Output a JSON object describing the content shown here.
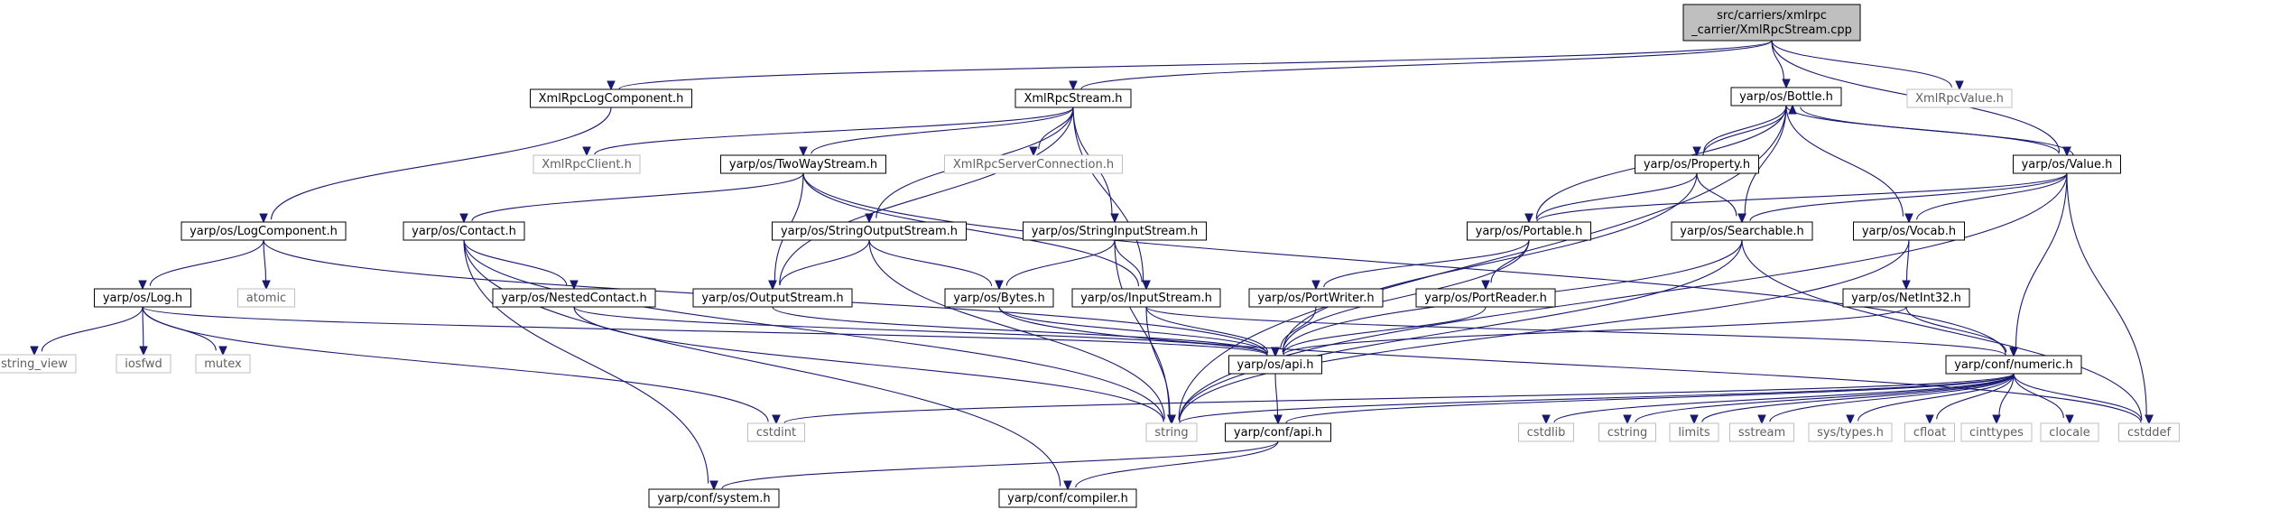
{
  "graph": {
    "nodes": [
      {
        "id": "root",
        "lines": [
          "src/carriers/xmlrpc",
          "_carrier/XmlRpcStream.cpp"
        ],
        "kind": "root",
        "clickable": false
      },
      {
        "id": "XmlRpcLogComponent",
        "lines": [
          "XmlRpcLogComponent.h"
        ],
        "kind": "file",
        "clickable": true
      },
      {
        "id": "XmlRpcStream",
        "lines": [
          "XmlRpcStream.h"
        ],
        "kind": "file",
        "clickable": true
      },
      {
        "id": "Bottle",
        "lines": [
          "yarp/os/Bottle.h"
        ],
        "kind": "file",
        "clickable": true
      },
      {
        "id": "XmlRpcValue",
        "lines": [
          "XmlRpcValue.h"
        ],
        "kind": "ext",
        "clickable": false
      },
      {
        "id": "XmlRpcClient",
        "lines": [
          "XmlRpcClient.h"
        ],
        "kind": "ext",
        "clickable": false
      },
      {
        "id": "TwoWayStream",
        "lines": [
          "yarp/os/TwoWayStream.h"
        ],
        "kind": "file",
        "clickable": true
      },
      {
        "id": "XmlRpcServerConnection",
        "lines": [
          "XmlRpcServerConnection.h"
        ],
        "kind": "ext",
        "clickable": false
      },
      {
        "id": "Property",
        "lines": [
          "yarp/os/Property.h"
        ],
        "kind": "file",
        "clickable": true
      },
      {
        "id": "Value",
        "lines": [
          "yarp/os/Value.h"
        ],
        "kind": "file",
        "clickable": true
      },
      {
        "id": "LogComponent",
        "lines": [
          "yarp/os/LogComponent.h"
        ],
        "kind": "file",
        "clickable": true
      },
      {
        "id": "Contact",
        "lines": [
          "yarp/os/Contact.h"
        ],
        "kind": "file",
        "clickable": true
      },
      {
        "id": "StringOutputStream",
        "lines": [
          "yarp/os/StringOutputStream.h"
        ],
        "kind": "file",
        "clickable": true
      },
      {
        "id": "StringInputStream",
        "lines": [
          "yarp/os/StringInputStream.h"
        ],
        "kind": "file",
        "clickable": true
      },
      {
        "id": "Portable",
        "lines": [
          "yarp/os/Portable.h"
        ],
        "kind": "file",
        "clickable": true
      },
      {
        "id": "Searchable",
        "lines": [
          "yarp/os/Searchable.h"
        ],
        "kind": "file",
        "clickable": true
      },
      {
        "id": "Vocab",
        "lines": [
          "yarp/os/Vocab.h"
        ],
        "kind": "file",
        "clickable": true
      },
      {
        "id": "Log",
        "lines": [
          "yarp/os/Log.h"
        ],
        "kind": "file",
        "clickable": true
      },
      {
        "id": "atomic",
        "lines": [
          "atomic"
        ],
        "kind": "ext",
        "clickable": false
      },
      {
        "id": "NestedContact",
        "lines": [
          "yarp/os/NestedContact.h"
        ],
        "kind": "file",
        "clickable": true
      },
      {
        "id": "OutputStream",
        "lines": [
          "yarp/os/OutputStream.h"
        ],
        "kind": "file",
        "clickable": true
      },
      {
        "id": "Bytes",
        "lines": [
          "yarp/os/Bytes.h"
        ],
        "kind": "file",
        "clickable": true
      },
      {
        "id": "InputStream",
        "lines": [
          "yarp/os/InputStream.h"
        ],
        "kind": "file",
        "clickable": true
      },
      {
        "id": "PortWriter",
        "lines": [
          "yarp/os/PortWriter.h"
        ],
        "kind": "file",
        "clickable": true
      },
      {
        "id": "PortReader",
        "lines": [
          "yarp/os/PortReader.h"
        ],
        "kind": "file",
        "clickable": true
      },
      {
        "id": "NetInt32",
        "lines": [
          "yarp/os/NetInt32.h"
        ],
        "kind": "file",
        "clickable": true
      },
      {
        "id": "string_view",
        "lines": [
          "string_view"
        ],
        "kind": "ext",
        "clickable": false
      },
      {
        "id": "iosfwd",
        "lines": [
          "iosfwd"
        ],
        "kind": "ext",
        "clickable": false
      },
      {
        "id": "mutex",
        "lines": [
          "mutex"
        ],
        "kind": "ext",
        "clickable": false
      },
      {
        "id": "osapi",
        "lines": [
          "yarp/os/api.h"
        ],
        "kind": "file",
        "clickable": true
      },
      {
        "id": "numeric",
        "lines": [
          "yarp/conf/numeric.h"
        ],
        "kind": "file",
        "clickable": true
      },
      {
        "id": "cstdint",
        "lines": [
          "cstdint"
        ],
        "kind": "ext",
        "clickable": false
      },
      {
        "id": "string",
        "lines": [
          "string"
        ],
        "kind": "ext",
        "clickable": false
      },
      {
        "id": "confapi",
        "lines": [
          "yarp/conf/api.h"
        ],
        "kind": "file",
        "clickable": true
      },
      {
        "id": "cstdlib",
        "lines": [
          "cstdlib"
        ],
        "kind": "ext",
        "clickable": false
      },
      {
        "id": "cstring",
        "lines": [
          "cstring"
        ],
        "kind": "ext",
        "clickable": false
      },
      {
        "id": "limits",
        "lines": [
          "limits"
        ],
        "kind": "ext",
        "clickable": false
      },
      {
        "id": "sstream",
        "lines": [
          "sstream"
        ],
        "kind": "ext",
        "clickable": false
      },
      {
        "id": "systypes",
        "lines": [
          "sys/types.h"
        ],
        "kind": "ext",
        "clickable": false
      },
      {
        "id": "cfloat",
        "lines": [
          "cfloat"
        ],
        "kind": "ext",
        "clickable": false
      },
      {
        "id": "cinttypes",
        "lines": [
          "cinttypes"
        ],
        "kind": "ext",
        "clickable": false
      },
      {
        "id": "clocale",
        "lines": [
          "clocale"
        ],
        "kind": "ext",
        "clickable": false
      },
      {
        "id": "cstddef",
        "lines": [
          "cstddef"
        ],
        "kind": "ext",
        "clickable": false
      },
      {
        "id": "system",
        "lines": [
          "yarp/conf/system.h"
        ],
        "kind": "file",
        "clickable": true
      },
      {
        "id": "compiler",
        "lines": [
          "yarp/conf/compiler.h"
        ],
        "kind": "file",
        "clickable": true
      }
    ],
    "edges": [
      [
        "root",
        "XmlRpcLogComponent"
      ],
      [
        "root",
        "XmlRpcStream"
      ],
      [
        "root",
        "Bottle"
      ],
      [
        "root",
        "XmlRpcValue"
      ],
      [
        "root",
        "Value"
      ],
      [
        "XmlRpcLogComponent",
        "LogComponent"
      ],
      [
        "XmlRpcStream",
        "XmlRpcClient"
      ],
      [
        "XmlRpcStream",
        "TwoWayStream"
      ],
      [
        "XmlRpcStream",
        "XmlRpcServerConnection"
      ],
      [
        "XmlRpcStream",
        "StringOutputStream"
      ],
      [
        "XmlRpcStream",
        "StringInputStream"
      ],
      [
        "XmlRpcStream",
        "OutputStream"
      ],
      [
        "XmlRpcStream",
        "InputStream"
      ],
      [
        "Bottle",
        "Property"
      ],
      [
        "Bottle",
        "Value"
      ],
      [
        "Bottle",
        "Portable"
      ],
      [
        "Bottle",
        "Searchable"
      ],
      [
        "Bottle",
        "Vocab"
      ],
      [
        "Bottle",
        "string"
      ],
      [
        "Property",
        "Bottle"
      ],
      [
        "Property",
        "Portable"
      ],
      [
        "Property",
        "Searchable"
      ],
      [
        "Property",
        "osapi"
      ],
      [
        "Value",
        "Bottle"
      ],
      [
        "Value",
        "Portable"
      ],
      [
        "Value",
        "Searchable"
      ],
      [
        "Value",
        "Vocab"
      ],
      [
        "Value",
        "numeric"
      ],
      [
        "Value",
        "string"
      ],
      [
        "Value",
        "cstddef"
      ],
      [
        "TwoWayStream",
        "OutputStream"
      ],
      [
        "TwoWayStream",
        "InputStream"
      ],
      [
        "TwoWayStream",
        "Contact"
      ],
      [
        "TwoWayStream",
        "numeric"
      ],
      [
        "LogComponent",
        "Log"
      ],
      [
        "LogComponent",
        "atomic"
      ],
      [
        "LogComponent",
        "osapi"
      ],
      [
        "Contact",
        "NestedContact"
      ],
      [
        "Contact",
        "string"
      ],
      [
        "Contact",
        "system"
      ],
      [
        "Contact",
        "compiler"
      ],
      [
        "StringOutputStream",
        "OutputStream"
      ],
      [
        "StringOutputStream",
        "Bytes"
      ],
      [
        "StringOutputStream",
        "string"
      ],
      [
        "StringInputStream",
        "Bytes"
      ],
      [
        "StringInputStream",
        "InputStream"
      ],
      [
        "StringInputStream",
        "string"
      ],
      [
        "Portable",
        "PortWriter"
      ],
      [
        "Portable",
        "PortReader"
      ],
      [
        "Portable",
        "osapi"
      ],
      [
        "Searchable",
        "osapi"
      ],
      [
        "Searchable",
        "string"
      ],
      [
        "Searchable",
        "cstddef"
      ],
      [
        "Vocab",
        "NetInt32"
      ],
      [
        "Vocab",
        "string"
      ],
      [
        "Log",
        "string_view"
      ],
      [
        "Log",
        "iosfwd"
      ],
      [
        "Log",
        "mutex"
      ],
      [
        "Log",
        "cstdint"
      ],
      [
        "Log",
        "osapi"
      ],
      [
        "NestedContact",
        "string"
      ],
      [
        "NestedContact",
        "osapi"
      ],
      [
        "OutputStream",
        "osapi"
      ],
      [
        "Bytes",
        "osapi"
      ],
      [
        "Bytes",
        "cstddef"
      ],
      [
        "InputStream",
        "osapi"
      ],
      [
        "InputStream",
        "string"
      ],
      [
        "InputStream",
        "numeric"
      ],
      [
        "PortWriter",
        "osapi"
      ],
      [
        "PortReader",
        "osapi"
      ],
      [
        "NetInt32",
        "numeric"
      ],
      [
        "NetInt32",
        "osapi"
      ],
      [
        "osapi",
        "confapi"
      ],
      [
        "numeric",
        "cstdint"
      ],
      [
        "numeric",
        "string"
      ],
      [
        "numeric",
        "confapi"
      ],
      [
        "numeric",
        "cstdlib"
      ],
      [
        "numeric",
        "cstring"
      ],
      [
        "numeric",
        "limits"
      ],
      [
        "numeric",
        "sstream"
      ],
      [
        "numeric",
        "systypes"
      ],
      [
        "numeric",
        "cfloat"
      ],
      [
        "numeric",
        "cinttypes"
      ],
      [
        "numeric",
        "clocale"
      ],
      [
        "numeric",
        "cstddef"
      ],
      [
        "confapi",
        "system"
      ],
      [
        "confapi",
        "compiler"
      ]
    ]
  }
}
